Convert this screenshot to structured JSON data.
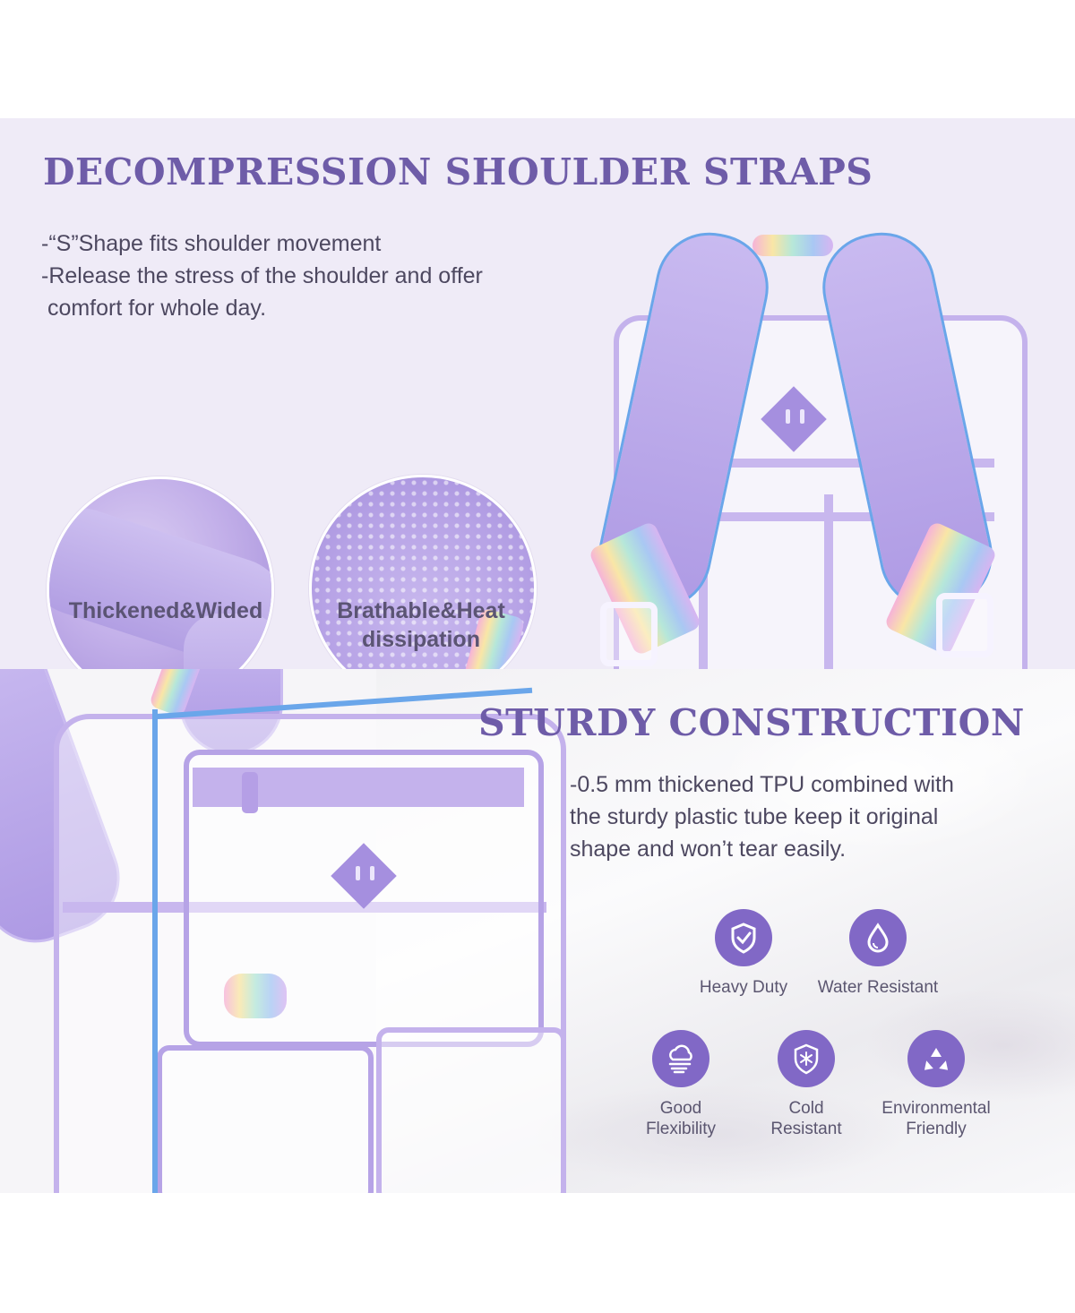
{
  "top": {
    "title": "DECOMPRESSION SHOULDER STRAPS",
    "lines": [
      "-“S”Shape fits shoulder movement",
      "-Release the stress of the shoulder and offer",
      " comfort for whole day."
    ],
    "captions": [
      "Thickened&Wided",
      "Brathable&Heat",
      "dissipation"
    ]
  },
  "bottom": {
    "title": "STURDY CONSTRUCTION",
    "lines": [
      "-0.5 mm thickened TPU combined with",
      "the sturdy plastic tube keep it original",
      "shape and won’t tear easily."
    ],
    "features": [
      {
        "icon": "shield-check-icon",
        "label": "Heavy Duty"
      },
      {
        "icon": "water-drop-icon",
        "label": "Water Resistant"
      },
      {
        "icon": "cloud-wind-icon",
        "label_1": "Good",
        "label_2": "Flexibility"
      },
      {
        "icon": "snowflake-shield-icon",
        "label_1": "Cold",
        "label_2": "Resistant"
      },
      {
        "icon": "recycle-icon",
        "label_1": "Environmental",
        "label_2": "Friendly"
      }
    ]
  },
  "colors": {
    "heading": "#6e5ca8",
    "accent": "#8168c6",
    "lavender": "#b6a3e6",
    "zipper_blue": "#6aa6ea"
  }
}
